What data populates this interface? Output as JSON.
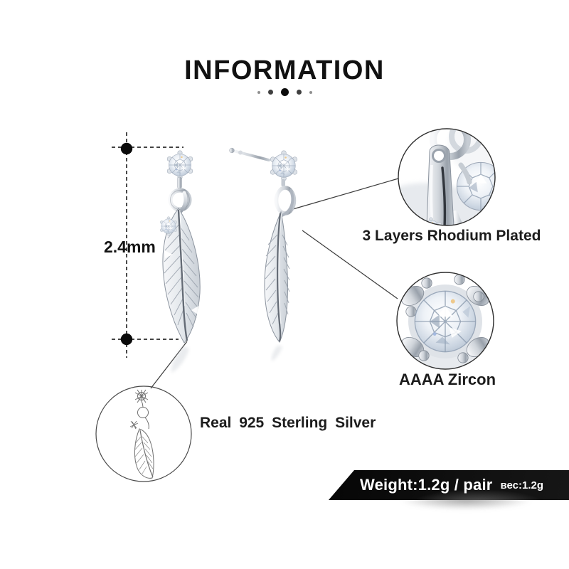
{
  "header": {
    "title": "INFORMATION",
    "divider_dots": [
      "small",
      "medium",
      "large",
      "medium",
      "small"
    ]
  },
  "dimension": {
    "label": "2.4mm"
  },
  "callouts": {
    "rhodium": {
      "label": "3 Layers Rhodium Plated"
    },
    "zircon": {
      "label": "AAAA Zircon"
    },
    "silver": {
      "label": "Real 925 Sterling Silver"
    }
  },
  "banner": {
    "weight": "Weight:1.2g / pair",
    "weight_ru": "вес:1.2g",
    "bg_color": "#0c0c0c",
    "text_color": "#ffffff"
  },
  "colors": {
    "title_text": "#111111",
    "label_text": "#1c1c1c",
    "callout_line": "#3b3b3b",
    "metal_light": "#f5f6f8",
    "metal_mid": "#c7ccd3",
    "metal_dark": "#8a929d",
    "stone_tint": "#c9d5e3"
  }
}
